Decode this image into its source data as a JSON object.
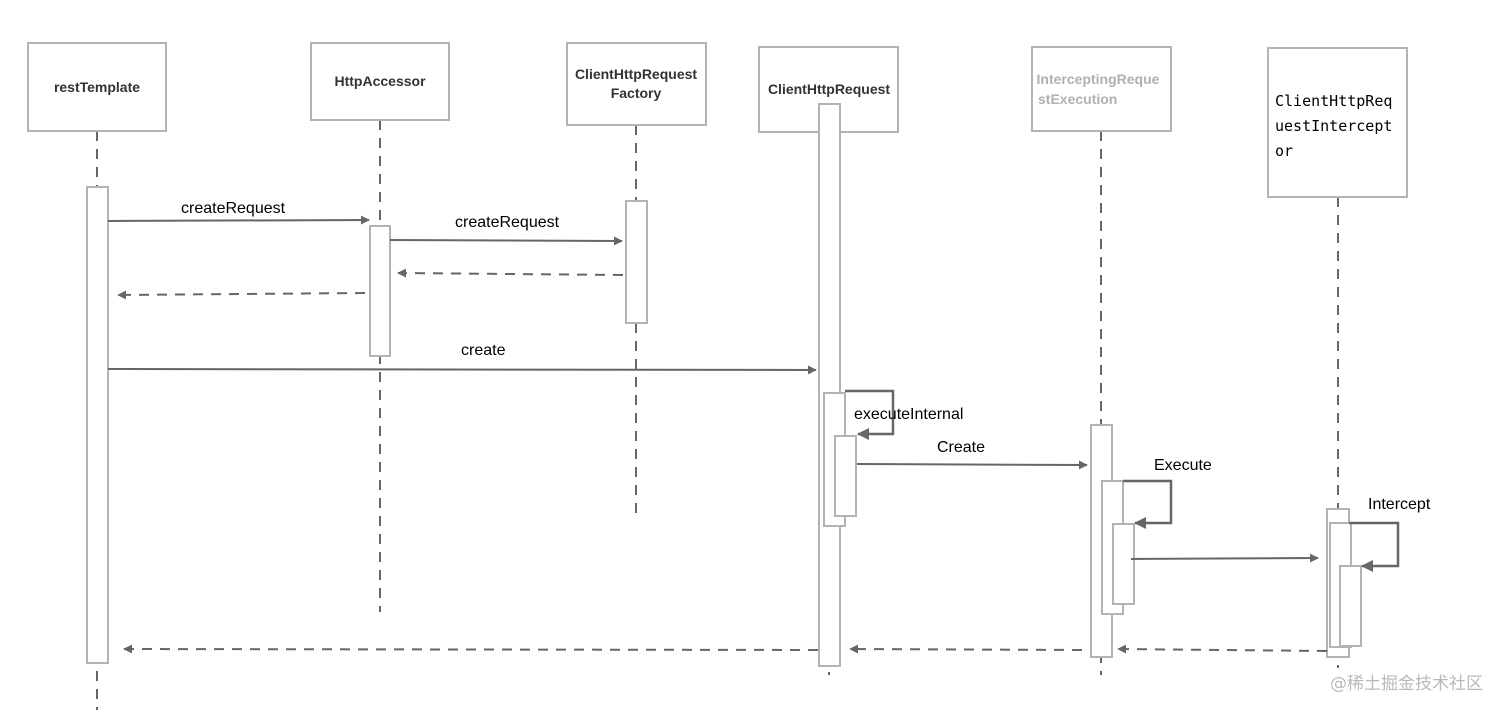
{
  "participants": [
    {
      "id": "rt",
      "lines": [
        "restTemplate"
      ]
    },
    {
      "id": "ha",
      "lines": [
        "HttpAccessor"
      ]
    },
    {
      "id": "crf",
      "lines": [
        "ClientHttpRequest",
        "Factory"
      ]
    },
    {
      "id": "chr",
      "lines": [
        "ClientHttpRequest"
      ]
    },
    {
      "id": "ire",
      "lines": [
        "InterceptingReque",
        "stExecution"
      ]
    },
    {
      "id": "chri",
      "lines": [
        "ClientHttpReq",
        "uestIntercept",
        "or"
      ]
    }
  ],
  "messages": {
    "m1": "createRequest",
    "m2": "createRequest",
    "m3": "create",
    "m4": "executeInternal",
    "m5": "Create",
    "m6": "Execute",
    "m7": "Intercept"
  },
  "watermark": "@稀土掘金技术社区",
  "colors": {
    "line": "#666666",
    "box_border": "#b3b3b3",
    "muted_label": "#b0b0b0"
  }
}
